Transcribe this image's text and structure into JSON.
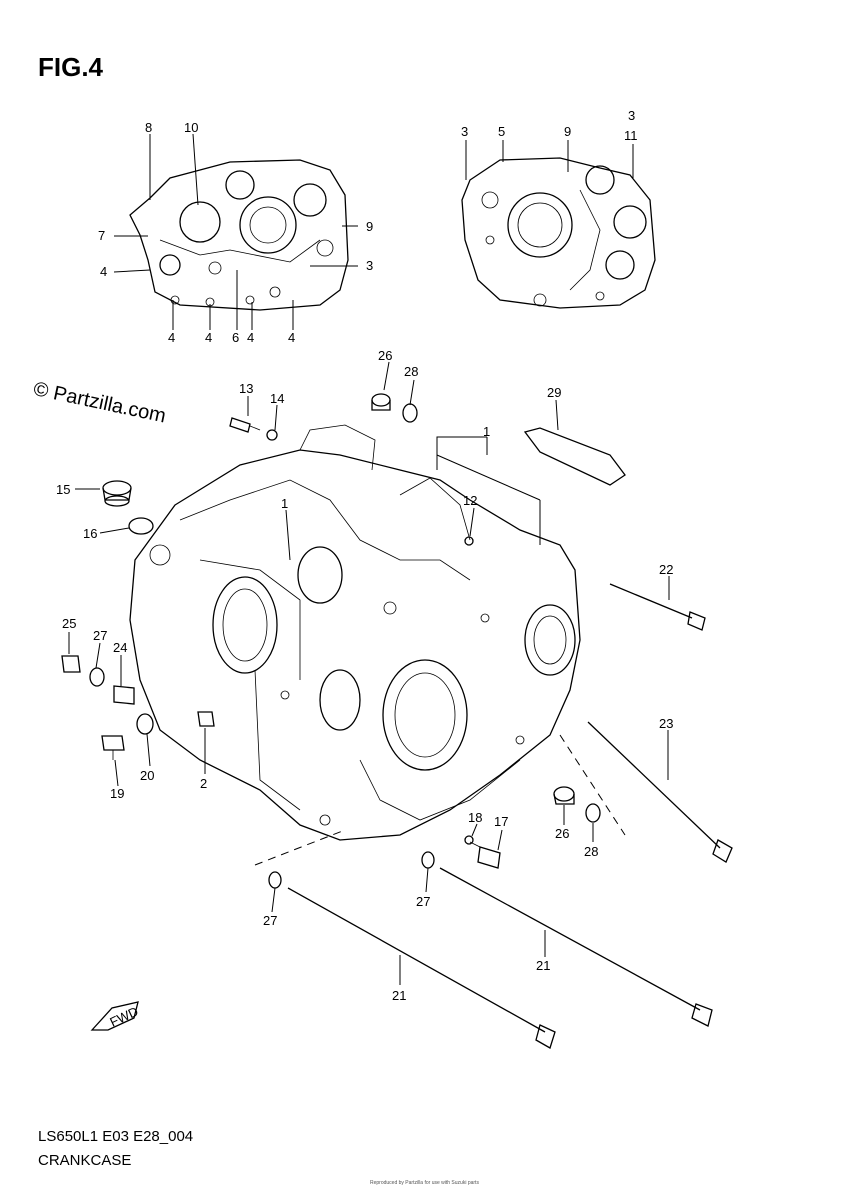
{
  "figure": {
    "title": "FIG.4",
    "copyright": "© Partzilla.com",
    "diagram_code": "LS650L1 E03 E28_004",
    "diagram_name": "CRANKCASE",
    "fwd_label": "FWD",
    "footer_small": "Reproduced by Partzilla for use with Suzuki parts"
  },
  "callouts": {
    "c1a": "1",
    "c1b": "1",
    "c2": "2",
    "c3a": "3",
    "c3b": "3",
    "c3c": "3",
    "c4a": "4",
    "c4b": "4",
    "c4c": "4",
    "c4d": "4",
    "c4e": "4",
    "c5": "5",
    "c6": "6",
    "c7": "7",
    "c8": "8",
    "c9a": "9",
    "c9b": "9",
    "c10": "10",
    "c11": "11",
    "c12": "12",
    "c13": "13",
    "c14": "14",
    "c15": "15",
    "c16": "16",
    "c17": "17",
    "c18": "18",
    "c19": "19",
    "c20": "20",
    "c21a": "21",
    "c21b": "21",
    "c22": "22",
    "c23": "23",
    "c24": "24",
    "c25": "25",
    "c26a": "26",
    "c26b": "26",
    "c27a": "27",
    "c27b": "27",
    "c27c": "27",
    "c28a": "28",
    "c28b": "28",
    "c29": "29"
  }
}
